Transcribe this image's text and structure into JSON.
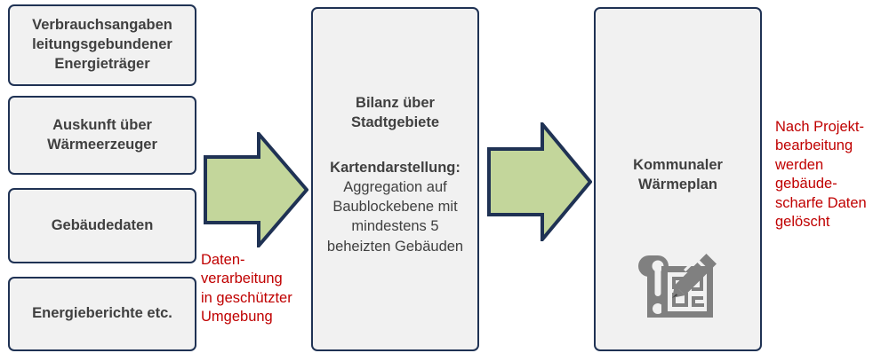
{
  "diagram": {
    "title": "Datenfluss kommunale Waermeplanung",
    "colors": {
      "box_border": "#1f3254",
      "box_fill": "#f1f1f1",
      "box_text": "#404040",
      "arrow_fill": "#c3d69b",
      "arrow_border": "#1f3254",
      "note_text": "#c00000",
      "icon": "#808080"
    }
  },
  "sources": {
    "items": [
      {
        "label": "Verbrauchsangaben\nleitungsgebundener\nEnergieträger"
      },
      {
        "label": "Auskunft über\nWärmeerzeuger"
      },
      {
        "label": "Gebäudedaten"
      },
      {
        "label": "Energieberichte etc."
      }
    ]
  },
  "arrows": [
    {
      "name": "arrow-sources-to-processing",
      "direction": "right"
    },
    {
      "name": "arrow-processing-to-plan",
      "direction": "right"
    }
  ],
  "processing": {
    "heading": "Bilanz über\nStadtgebiete",
    "sub_title": "Kartendarstellung:",
    "sub_body": "Aggregation auf\nBaublockebene mit\nmindestens 5\nbeheizten Gebäuden"
  },
  "result": {
    "heading": "Kommunaler\nWärmeplan",
    "icon": "blueprint-pencil-icon"
  },
  "notes": {
    "left": "Daten-\nverarbeitung\nin geschützter\nUmgebung",
    "right": "Nach Projekt-\nbearbeitung\nwerden\ngebäude-\nscharfe Daten\ngelöscht"
  }
}
